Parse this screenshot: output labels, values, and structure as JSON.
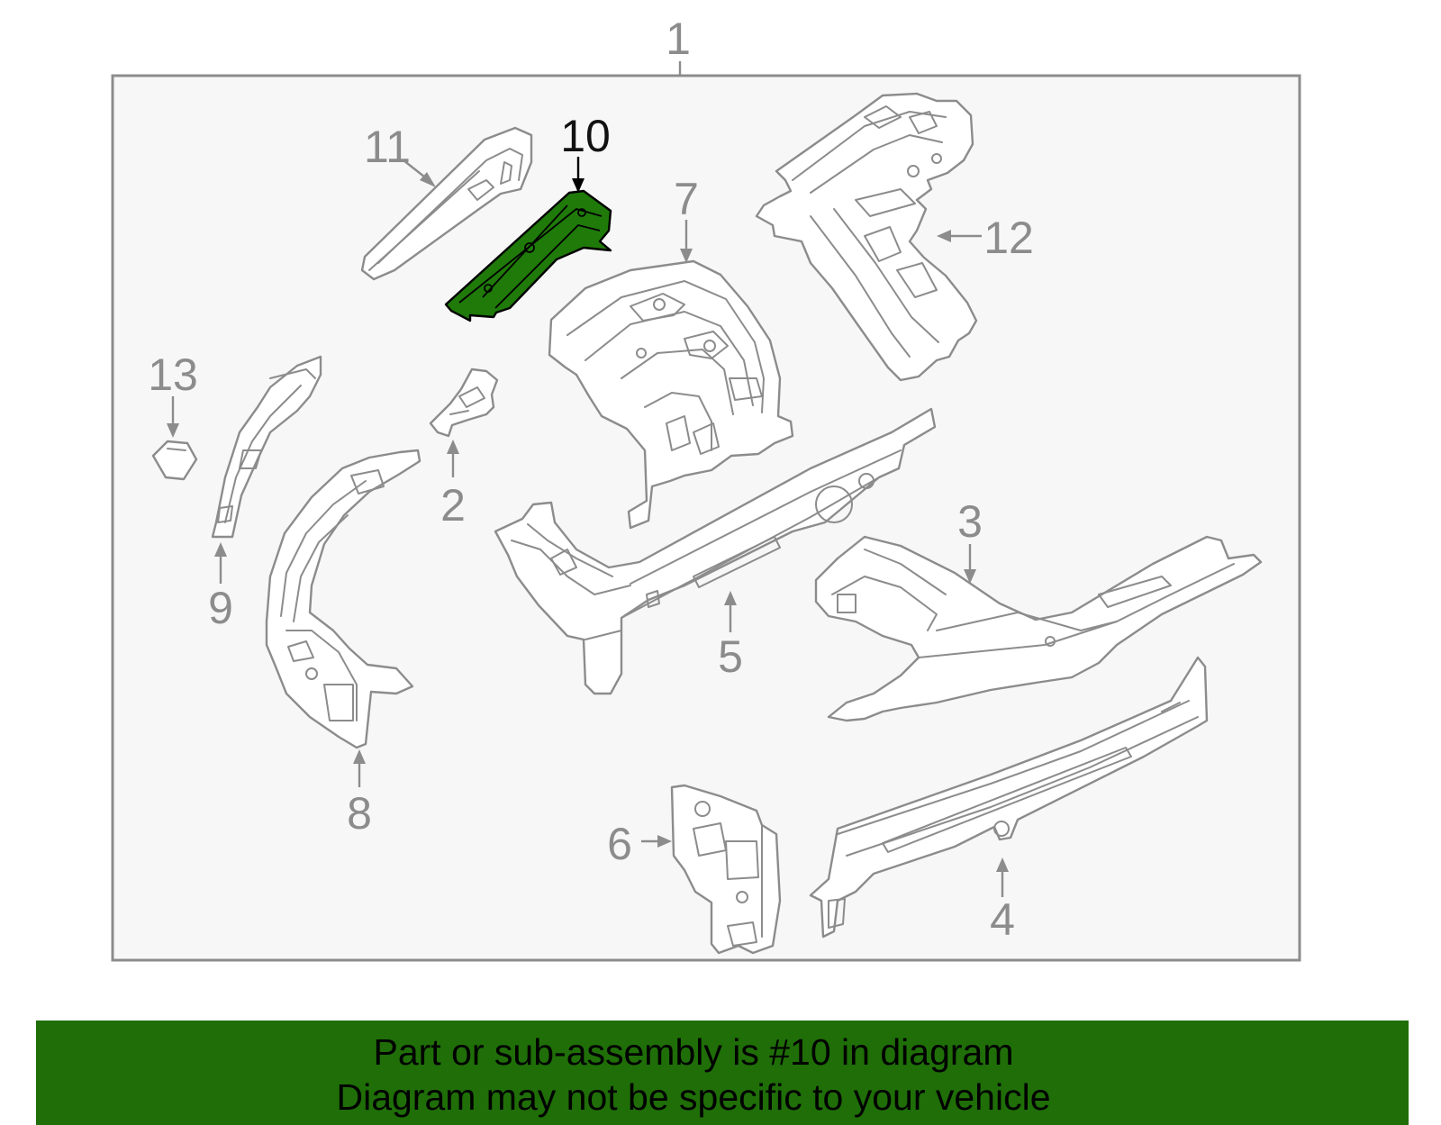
{
  "diagram": {
    "assembly_callout": "1",
    "highlighted_part": "10",
    "colors": {
      "frame_fill": "#f7f7f7",
      "frame_stroke": "#8c8c8c",
      "highlight": "#1f7a0a",
      "banner": "#1f6e08"
    },
    "callouts": {
      "c2": "2",
      "c3": "3",
      "c4": "4",
      "c5": "5",
      "c6": "6",
      "c7": "7",
      "c8": "8",
      "c9": "9",
      "c10": "10",
      "c11": "11",
      "c12": "12",
      "c13": "13"
    }
  },
  "banner": {
    "line1": "Part or sub-assembly is #10 in diagram",
    "line2": "Diagram may not be specific to your vehicle"
  }
}
